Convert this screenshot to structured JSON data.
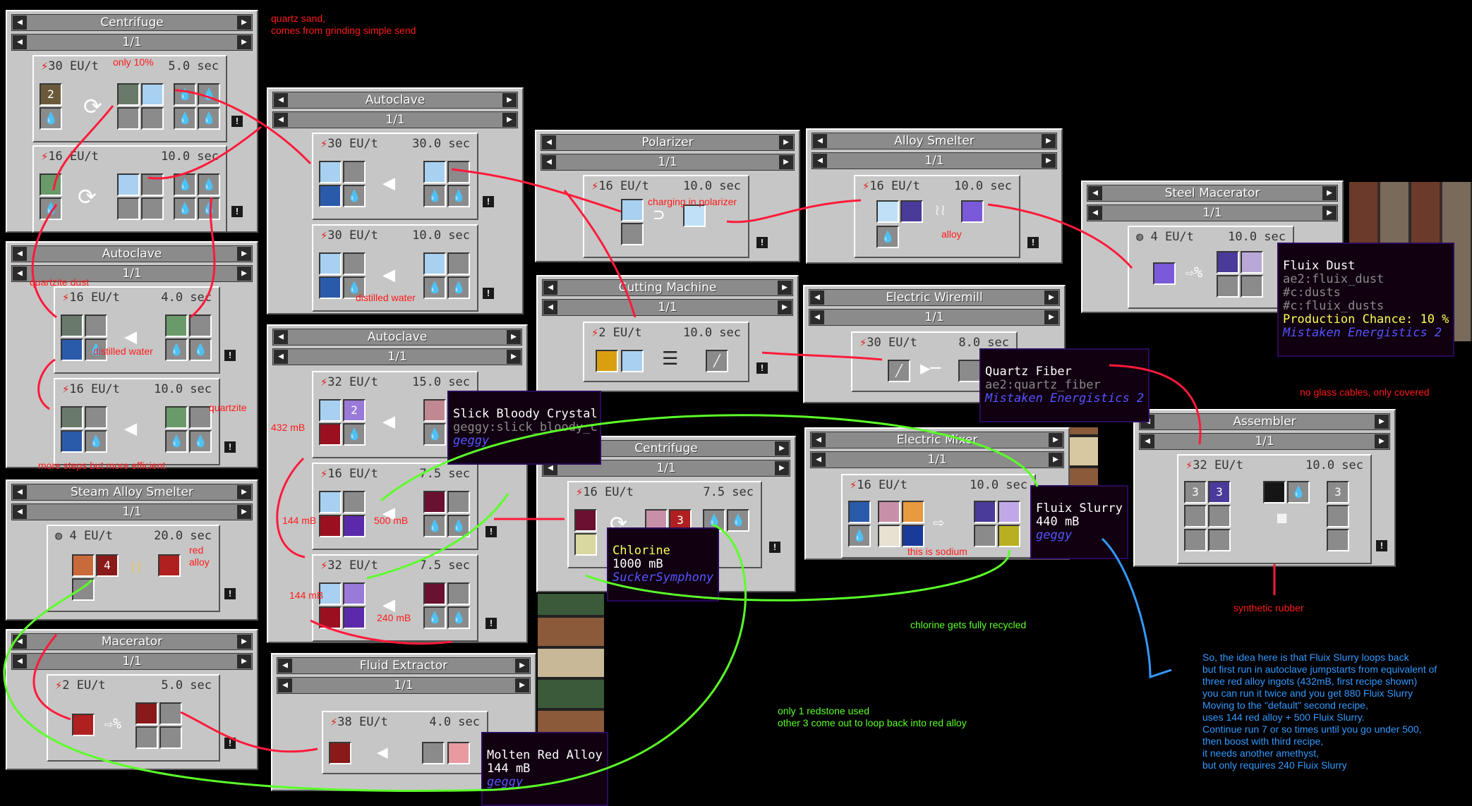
{
  "colors": {
    "panel": "#c6c6c6",
    "annotation_red": "#ff1a1a",
    "annotation_green": "#5cff2a",
    "annotation_blue": "#3399ff"
  },
  "panels": [
    {
      "id": "centrifuge1",
      "title": "Centrifuge",
      "page": "1/1"
    },
    {
      "id": "autoclave1",
      "title": "Autoclave",
      "page": "1/1"
    },
    {
      "id": "autoclave2",
      "title": "Autoclave",
      "page": "1/1"
    },
    {
      "id": "steam",
      "title": "Steam Alloy Smelter",
      "page": "1/1"
    },
    {
      "id": "macerator",
      "title": "Macerator",
      "page": "1/1"
    },
    {
      "id": "autoclave3",
      "title": "Autoclave",
      "page": "1/1"
    },
    {
      "id": "extractor",
      "title": "Fluid Extractor",
      "page": "1/1"
    },
    {
      "id": "polarizer",
      "title": "Polarizer",
      "page": "1/1"
    },
    {
      "id": "alloy",
      "title": "Alloy Smelter",
      "page": "1/1"
    },
    {
      "id": "cutting",
      "title": "Cutting Machine",
      "page": "1/1"
    },
    {
      "id": "wiremill",
      "title": "Electric Wiremill",
      "page": "1/1"
    },
    {
      "id": "steelmac",
      "title": "Steel Macerator",
      "page": "1/1"
    },
    {
      "id": "centrifuge2",
      "title": "Centrifuge",
      "page": "1/1"
    },
    {
      "id": "mixer",
      "title": "Electric Mixer",
      "page": "1/1"
    },
    {
      "id": "assembler",
      "title": "Assembler",
      "page": "1/1"
    }
  ],
  "recipes": {
    "c1a": {
      "eut": "30 EU/t",
      "dur": "5.0 sec"
    },
    "c1b": {
      "eut": "16 EU/t",
      "dur": "10.0 sec"
    },
    "a1a": {
      "eut": "16 EU/t",
      "dur": "4.0 sec"
    },
    "a1b": {
      "eut": "16 EU/t",
      "dur": "10.0 sec"
    },
    "a2a": {
      "eut": "30 EU/t",
      "dur": "30.0 sec"
    },
    "a2b": {
      "eut": "30 EU/t",
      "dur": "10.0 sec"
    },
    "st": {
      "eut": "4 EU/t",
      "dur": "20.0 sec"
    },
    "ma": {
      "eut": "2 EU/t",
      "dur": "5.0 sec"
    },
    "a3a": {
      "eut": "32 EU/t",
      "dur": "15.0 sec"
    },
    "a3b": {
      "eut": "16 EU/t",
      "dur": "7.5 sec"
    },
    "a3c": {
      "eut": "32 EU/t",
      "dur": "7.5 sec"
    },
    "fe": {
      "eut": "38 EU/t",
      "dur": "4.0 sec"
    },
    "po": {
      "eut": "16 EU/t",
      "dur": "10.0 sec"
    },
    "al": {
      "eut": "16 EU/t",
      "dur": "10.0 sec"
    },
    "cu": {
      "eut": "2 EU/t",
      "dur": "10.0 sec"
    },
    "wi": {
      "eut": "30 EU/t",
      "dur": "8.0 sec"
    },
    "sm": {
      "eut": "4 EU/t",
      "dur": "10.0 sec"
    },
    "c2": {
      "eut": "16 EU/t",
      "dur": "7.5 sec"
    },
    "mx": {
      "eut": "16 EU/t",
      "dur": "10.0 sec"
    },
    "as": {
      "eut": "32 EU/t",
      "dur": "10.0 sec"
    }
  },
  "tooltips": {
    "fluix_dust": [
      "Fluix Dust",
      "ae2:fluix_dust",
      "#c:dusts",
      "#c:fluix_dusts",
      "Production Chance: 10 %",
      "Mistaken Energistics 2"
    ],
    "quartz_fiber": [
      "Quartz Fiber",
      "ae2:quartz_fiber",
      "Mistaken Energistics 2"
    ],
    "slick": [
      "Slick Bloody Crystal",
      "geggy:slick_bloody_c",
      "geggy"
    ],
    "chlorine": [
      "Chlorine",
      "1000 mB",
      "SuckerSymphony"
    ],
    "fluix_slurry": [
      "Fluix Slurry",
      "440 mB",
      "geggy"
    ],
    "molten": [
      "Molten Red Alloy",
      "144 mB",
      "geggy"
    ]
  },
  "notes": {
    "quartz_sand": "quartz sand,\ncomes from grinding simple send",
    "only10": "only 10%",
    "quartzite_dust": "quartzite dust",
    "distilled1": "distilled water",
    "quartzite": "quartzite",
    "more_steps": "more steps but more efficient",
    "distilled2": "distilled water",
    "charging": "charging in polarizer",
    "alloy": "alloy",
    "red_alloy": "red\nalloy",
    "mb432": "432 mB",
    "mb144a": "144 mB",
    "mb500": "500 mB",
    "mb144b": "144 mB",
    "mb240": "240 mB",
    "sodium": "this is sodium",
    "no_glass": "no glass cables, only covered",
    "rubber": "synthetic rubber",
    "chlorine_recycled": "chlorine gets fully recycled",
    "redstone": "only 1 redstone used\nother 3 come out to loop back into red alloy",
    "explain": "So, the idea here is that Fluix Slurry loops back\nbut first run in autoclave jumpstarts from equivalent of\nthree red alloy ingots (432mB, first recipe shown)\nyou can run it twice and you get 880 Fluix Slurry\nMoving to the \"default\" second recipe,\nuses 144 red alloy + 500 Fluix Slurry.\nContinue run 7 or so times until you go under 500,\nthen boost with third recipe,\nit needs another amethyst,\nbut only requires 240 Fluix Slurry"
  }
}
